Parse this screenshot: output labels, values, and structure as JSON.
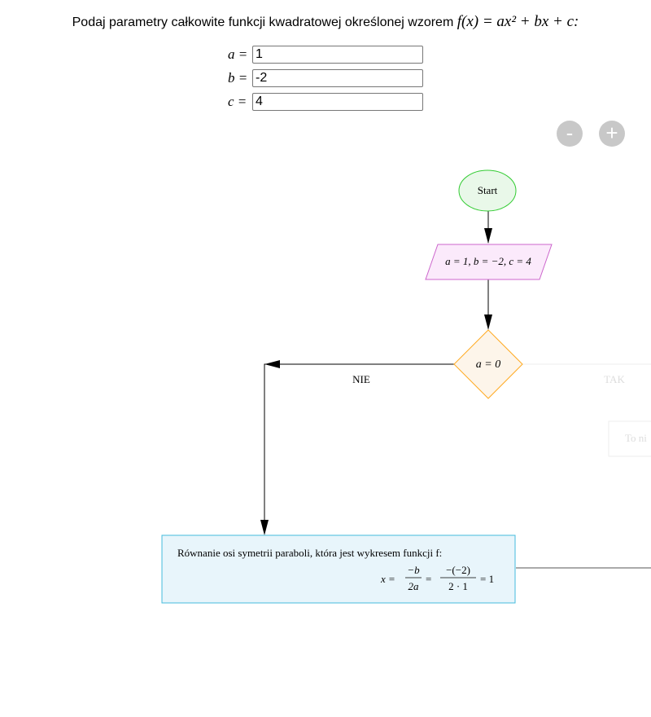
{
  "prompt": {
    "text": "Podaj parametry całkowite funkcji kwadratowej określonej wzorem",
    "formula": "f(x) = ax² + bx + c:"
  },
  "inputs": [
    {
      "label": "a =",
      "value": "1"
    },
    {
      "label": "b =",
      "value": "-2"
    },
    {
      "label": "c =",
      "value": "4"
    }
  ],
  "zoom": {
    "minus": "-",
    "plus": "+"
  },
  "flow": {
    "start": "Start",
    "input": "a = 1, b = −2, c = 4",
    "decision": "a = 0",
    "no": "NIE",
    "yes": "TAK",
    "yes_box": "To ni",
    "result_title": "Równanie osi symetrii paraboli, która jest wykresem funkcji f:",
    "result_x": "x =",
    "result_f1_num": "−b",
    "result_f1_den": "2a",
    "result_eq": "=",
    "result_f2_num": "−(−2)",
    "result_f2_den": "2 · 1",
    "result_end": "= 1"
  },
  "colors": {
    "start_fill": "#e9f8e9",
    "start_stroke": "#33cc33",
    "input_fill": "#fbeafb",
    "input_stroke": "#cc66cc",
    "decision_fill": "#fdf5ea",
    "decision_stroke": "#ffaa22",
    "result_fill": "#e8f5fb",
    "result_stroke": "#44bbdd"
  }
}
